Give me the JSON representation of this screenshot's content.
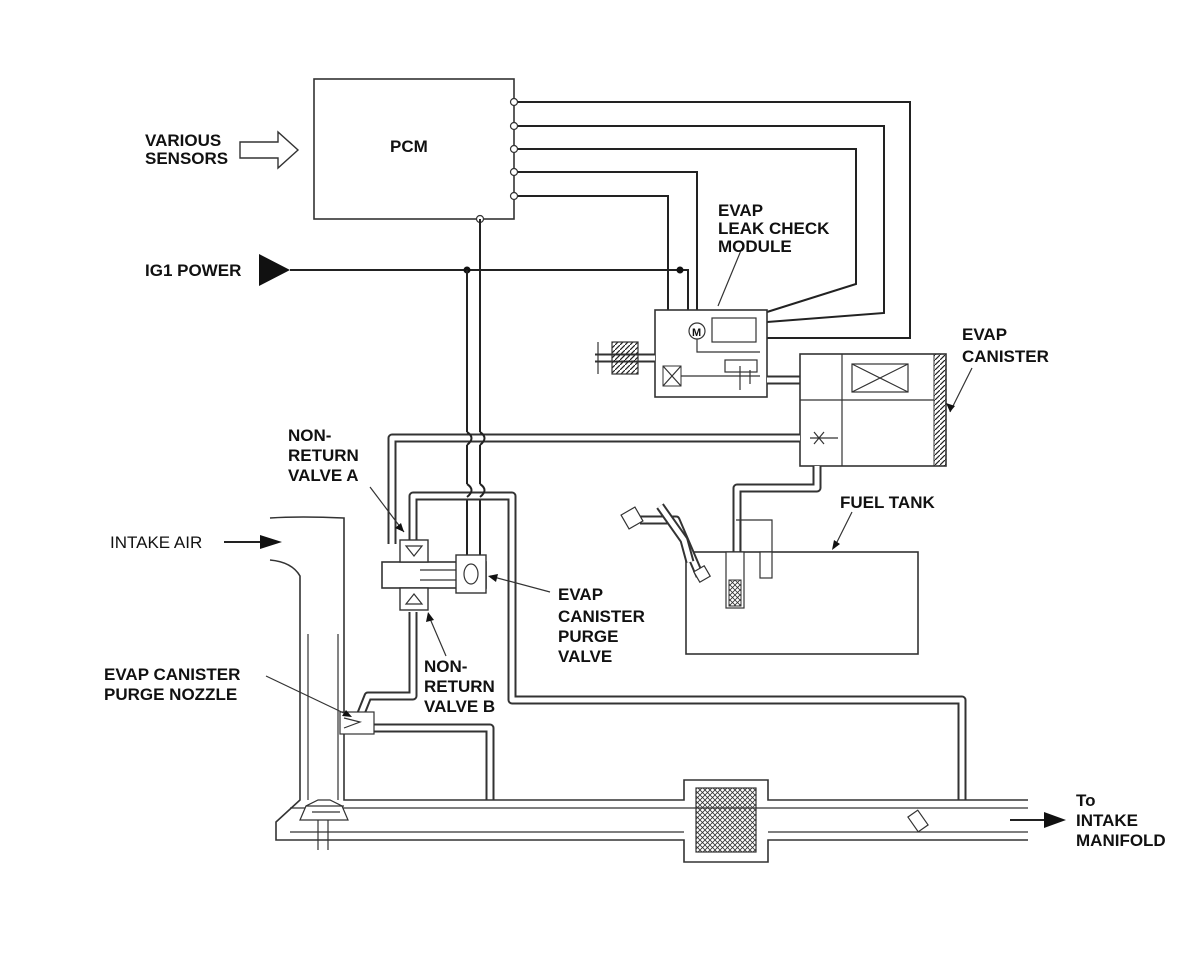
{
  "labels": {
    "pcm": "PCM",
    "various_sensors_1": "VARIOUS",
    "various_sensors_2": "SENSORS",
    "ig1_power": "IG1 POWER",
    "leak_check_1": "EVAP",
    "leak_check_2": "LEAK CHECK",
    "leak_check_3": "MODULE",
    "canister_1": "EVAP",
    "canister_2": "CANISTER",
    "nrv_a_1": "NON-",
    "nrv_a_2": "RETURN",
    "nrv_a_3": "VALVE A",
    "fuel_tank": "FUEL TANK",
    "intake_air": "INTAKE AIR",
    "purge_valve_1": "EVAP",
    "purge_valve_2": "CANISTER",
    "purge_valve_3": "PURGE",
    "purge_valve_4": "VALVE",
    "nrv_b_1": "NON-",
    "nrv_b_2": "RETURN",
    "nrv_b_3": "VALVE B",
    "purge_nozzle_1": "EVAP CANISTER",
    "purge_nozzle_2": "PURGE NOZZLE",
    "to_intake_1": "To",
    "to_intake_2": "INTAKE",
    "to_intake_3": "MANIFOLD",
    "motor_symbol": "M"
  }
}
